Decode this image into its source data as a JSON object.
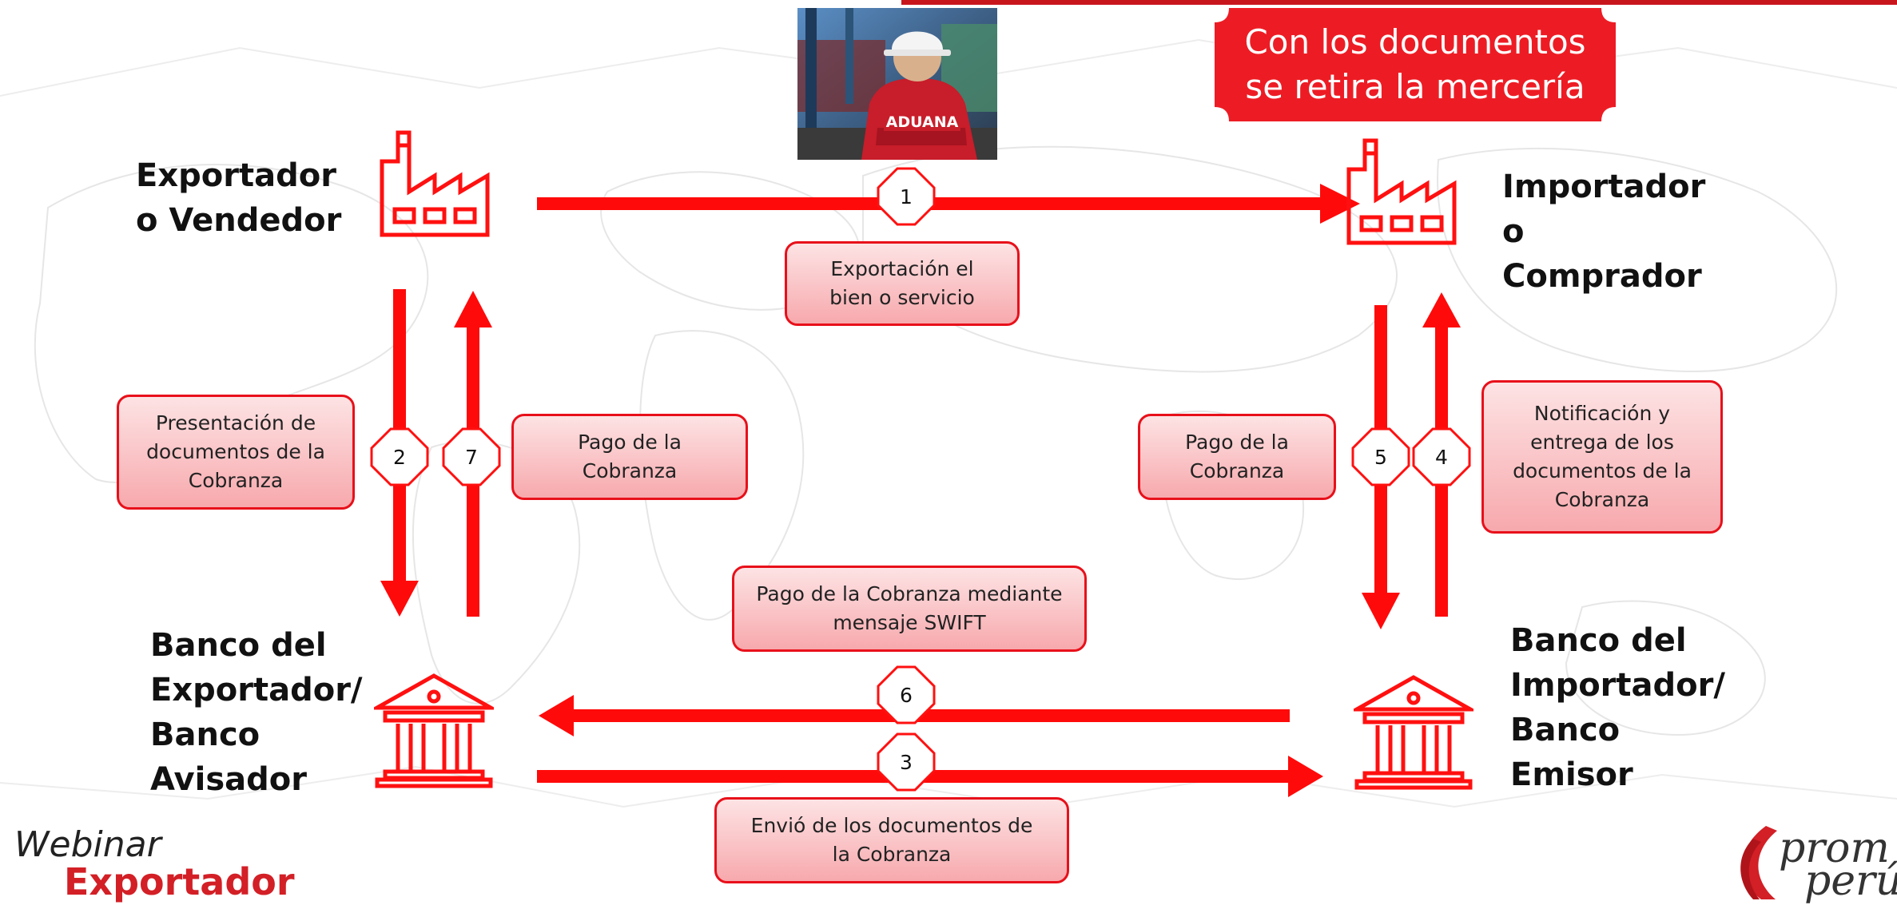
{
  "parties": {
    "exporter": [
      "Exportador",
      "o Vendedor"
    ],
    "importer": [
      "Importador",
      "o",
      "Comprador"
    ],
    "exporter_bank": [
      "Banco del",
      "Exportador/",
      "Banco",
      "Avisador"
    ],
    "importer_bank": [
      "Banco del",
      "Importador/",
      "Banco",
      "Emisor"
    ]
  },
  "steps": [
    {
      "number": "1",
      "label": [
        "Exportación el",
        "bien o servicio"
      ]
    },
    {
      "number": "2",
      "label": [
        "Presentación de",
        "documentos de la",
        "Cobranza"
      ]
    },
    {
      "number": "3",
      "label": [
        "Envió de los documentos de",
        "la Cobranza"
      ]
    },
    {
      "number": "4",
      "label": [
        "Notificación y",
        "entrega de los",
        "documentos de la",
        "Cobranza"
      ]
    },
    {
      "number": "5",
      "label": [
        "Pago de la",
        "Cobranza"
      ]
    },
    {
      "number": "6",
      "label": [
        "Pago de la Cobranza mediante",
        "mensaje SWIFT"
      ]
    },
    {
      "number": "7",
      "label": [
        "Pago de la",
        "Cobranza"
      ]
    }
  ],
  "callout": [
    "Con los documentos",
    "se retira la mercería"
  ],
  "photo": {
    "badge_text": "ADUANA"
  },
  "branding": {
    "left_line1": "Webinar",
    "left_line2": "Exportador",
    "right_logo": [
      "prom",
      "perú"
    ]
  },
  "icons": {
    "exporter": "factory-icon",
    "importer": "factory-icon",
    "exporter_bank": "bank-icon",
    "importer_bank": "bank-icon"
  },
  "colors": {
    "accent": "#ed1c24",
    "box_border": "#e8101a",
    "box_fill_top": "#fde3e4",
    "box_fill_bottom": "#f7a9ad",
    "brand_red": "#d31f26",
    "label_text": "#111111"
  }
}
